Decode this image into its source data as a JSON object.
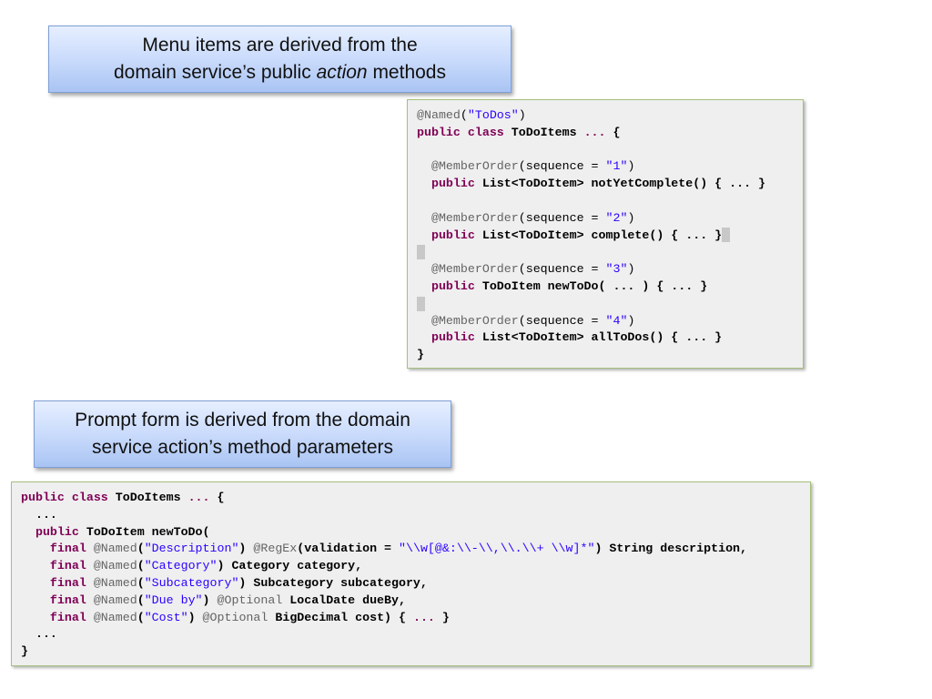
{
  "callout_top": {
    "line1": "Menu items are derived from the",
    "line2_pre": "domain service’s public ",
    "line2_em": "action",
    "line2_post": " methods"
  },
  "callout_bottom": {
    "line1": "Prompt form is derived from the domain",
    "line2": "service action’s method parameters"
  },
  "code_top": {
    "lines": [
      [
        [
          "ann",
          "@Named"
        ],
        [
          "plain",
          "("
        ],
        [
          "str",
          "\"ToDos\""
        ],
        [
          "plain",
          ")"
        ]
      ],
      [
        [
          "kw",
          "public"
        ],
        [
          "bold",
          " "
        ],
        [
          "kw",
          "class"
        ],
        [
          "bold",
          " ToDoItems "
        ],
        [
          "kw",
          "..."
        ],
        [
          "bold",
          " {"
        ]
      ],
      [],
      [
        [
          "plain",
          "  "
        ],
        [
          "ann",
          "@MemberOrder"
        ],
        [
          "plain",
          "(sequence = "
        ],
        [
          "str",
          "\"1\""
        ],
        [
          "plain",
          ")"
        ]
      ],
      [
        [
          "plain",
          "  "
        ],
        [
          "kw",
          "public"
        ],
        [
          "bold",
          " List<ToDoItem> notYetComplete() { ... }"
        ]
      ],
      [],
      [
        [
          "plain",
          "  "
        ],
        [
          "ann",
          "@MemberOrder"
        ],
        [
          "plain",
          "(sequence = "
        ],
        [
          "str",
          "\"2\""
        ],
        [
          "plain",
          ")"
        ]
      ],
      [
        [
          "plain",
          "  "
        ],
        [
          "kw",
          "public"
        ],
        [
          "bold",
          " List<ToDoItem> complete() { ... }"
        ],
        [
          "cursor",
          ""
        ]
      ],
      [
        [
          "gutter",
          ""
        ]
      ],
      [
        [
          "plain",
          "  "
        ],
        [
          "ann",
          "@MemberOrder"
        ],
        [
          "plain",
          "(sequence = "
        ],
        [
          "str",
          "\"3\""
        ],
        [
          "plain",
          ")"
        ]
      ],
      [
        [
          "plain",
          "  "
        ],
        [
          "kw",
          "public"
        ],
        [
          "bold",
          " ToDoItem newToDo( ... ) { ... }"
        ]
      ],
      [
        [
          "gutter",
          ""
        ]
      ],
      [
        [
          "plain",
          "  "
        ],
        [
          "ann",
          "@MemberOrder"
        ],
        [
          "plain",
          "(sequence = "
        ],
        [
          "str",
          "\"4\""
        ],
        [
          "plain",
          ")"
        ]
      ],
      [
        [
          "plain",
          "  "
        ],
        [
          "kw",
          "public"
        ],
        [
          "bold",
          " List<ToDoItem> allToDos() { ... }"
        ]
      ],
      [
        [
          "bold",
          "}"
        ]
      ]
    ]
  },
  "code_bottom": {
    "lines": [
      [
        [
          "kw",
          "public"
        ],
        [
          "bold",
          " "
        ],
        [
          "kw",
          "class"
        ],
        [
          "bold",
          " ToDoItems "
        ],
        [
          "kw",
          "..."
        ],
        [
          "bold",
          " {"
        ]
      ],
      [
        [
          "bold",
          "  ..."
        ]
      ],
      [
        [
          "bold",
          "  "
        ],
        [
          "kw",
          "public"
        ],
        [
          "bold",
          " ToDoItem newToDo("
        ]
      ],
      [
        [
          "bold",
          "    "
        ],
        [
          "kw",
          "final"
        ],
        [
          "bold",
          " "
        ],
        [
          "ann",
          "@Named"
        ],
        [
          "bold",
          "("
        ],
        [
          "str",
          "\"Description\""
        ],
        [
          "bold",
          ") "
        ],
        [
          "ann",
          "@RegEx"
        ],
        [
          "bold",
          "(validation = "
        ],
        [
          "str",
          "\"\\\\w[@&:\\\\-\\\\,\\\\.\\\\+ \\\\w]*\""
        ],
        [
          "bold",
          ") String description,"
        ]
      ],
      [
        [
          "bold",
          "    "
        ],
        [
          "kw",
          "final"
        ],
        [
          "bold",
          " "
        ],
        [
          "ann",
          "@Named"
        ],
        [
          "bold",
          "("
        ],
        [
          "str",
          "\"Category\""
        ],
        [
          "bold",
          ") Category category,"
        ]
      ],
      [
        [
          "bold",
          "    "
        ],
        [
          "kw",
          "final"
        ],
        [
          "bold",
          " "
        ],
        [
          "ann",
          "@Named"
        ],
        [
          "bold",
          "("
        ],
        [
          "str",
          "\"Subcategory\""
        ],
        [
          "bold",
          ") Subcategory subcategory,"
        ]
      ],
      [
        [
          "bold",
          "    "
        ],
        [
          "kw",
          "final"
        ],
        [
          "bold",
          " "
        ],
        [
          "ann",
          "@Named"
        ],
        [
          "bold",
          "("
        ],
        [
          "str",
          "\"Due by\""
        ],
        [
          "bold",
          ") "
        ],
        [
          "ann",
          "@Optional"
        ],
        [
          "bold",
          " LocalDate dueBy,"
        ]
      ],
      [
        [
          "bold",
          "    "
        ],
        [
          "kw",
          "final"
        ],
        [
          "bold",
          " "
        ],
        [
          "ann",
          "@Named"
        ],
        [
          "bold",
          "("
        ],
        [
          "str",
          "\"Cost\""
        ],
        [
          "bold",
          ") "
        ],
        [
          "ann",
          "@Optional"
        ],
        [
          "bold",
          " BigDecimal cost) { "
        ],
        [
          "kw",
          "..."
        ],
        [
          "bold",
          " }"
        ]
      ],
      [
        [
          "bold",
          "  ..."
        ]
      ],
      [
        [
          "bold",
          "}"
        ]
      ]
    ]
  },
  "colors": {
    "keyword": "#7f0055",
    "annotation": "#646464",
    "string": "#2a00ff",
    "code_background": "#efefef",
    "code_border": "#a6c07a",
    "callout_fill": "#c7d9fb"
  }
}
